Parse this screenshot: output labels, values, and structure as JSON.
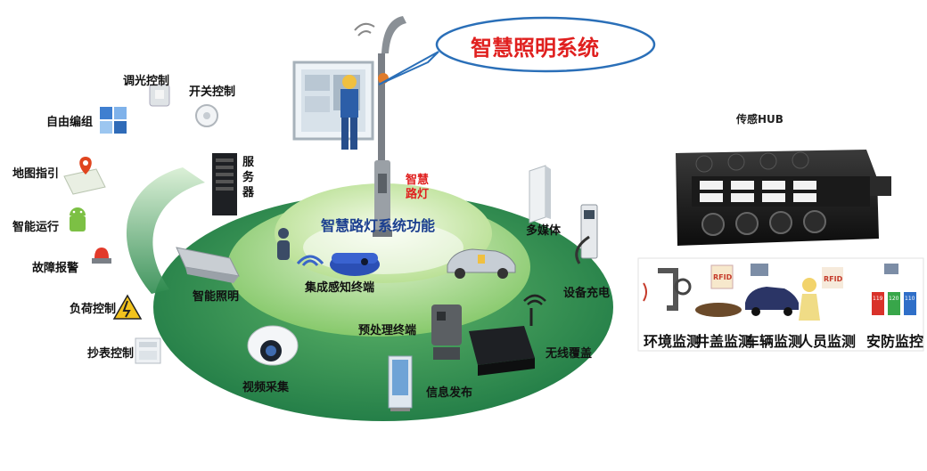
{
  "bubble": {
    "title": "智慧照明系统"
  },
  "center": {
    "core_label": "智慧路灯系统功能",
    "lamp_label": "智慧路灯"
  },
  "left_controls": [
    {
      "name": "dimming-control",
      "label": "调光控制"
    },
    {
      "name": "switch-control",
      "label": "开关控制"
    },
    {
      "name": "free-grouping",
      "label": "自由编组"
    },
    {
      "name": "map-guide",
      "label": "地图指引"
    },
    {
      "name": "smart-operation",
      "label": "智能运行"
    },
    {
      "name": "fault-alarm",
      "label": "故障报警"
    },
    {
      "name": "load-control",
      "label": "负荷控制"
    },
    {
      "name": "meter-reading-control",
      "label": "抄表控制"
    }
  ],
  "ring_items": {
    "server": "服务器",
    "multimedia": "多媒体",
    "smart_lighting": "智能照明",
    "sensor_terminal": "集成感知终端",
    "device_charging": "设备充电",
    "preprocessing": "预处理终端",
    "wireless": "无线覆盖",
    "video": "视频采集",
    "info_publish": "信息发布"
  },
  "hub": {
    "title": "传感HUB"
  },
  "monitors": [
    {
      "name": "environment-monitor",
      "label": "环境监测"
    },
    {
      "name": "manhole-monitor",
      "label": "井盖监测"
    },
    {
      "name": "vehicle-monitor",
      "label": "车辆监测"
    },
    {
      "name": "personnel-monitor",
      "label": "人员监测"
    },
    {
      "name": "security-monitor",
      "label": "安防监控"
    }
  ],
  "badges": {
    "rfid": "RFID",
    "fire": "119",
    "ambulance": "120",
    "police": "110"
  },
  "colors": {
    "outer_ring": "#2e8b57",
    "mid_ring": "#7bc36a",
    "inner_ring": "#c8e8a6",
    "accent_red": "#e0201f",
    "bubble_stroke": "#2a6fb8"
  }
}
